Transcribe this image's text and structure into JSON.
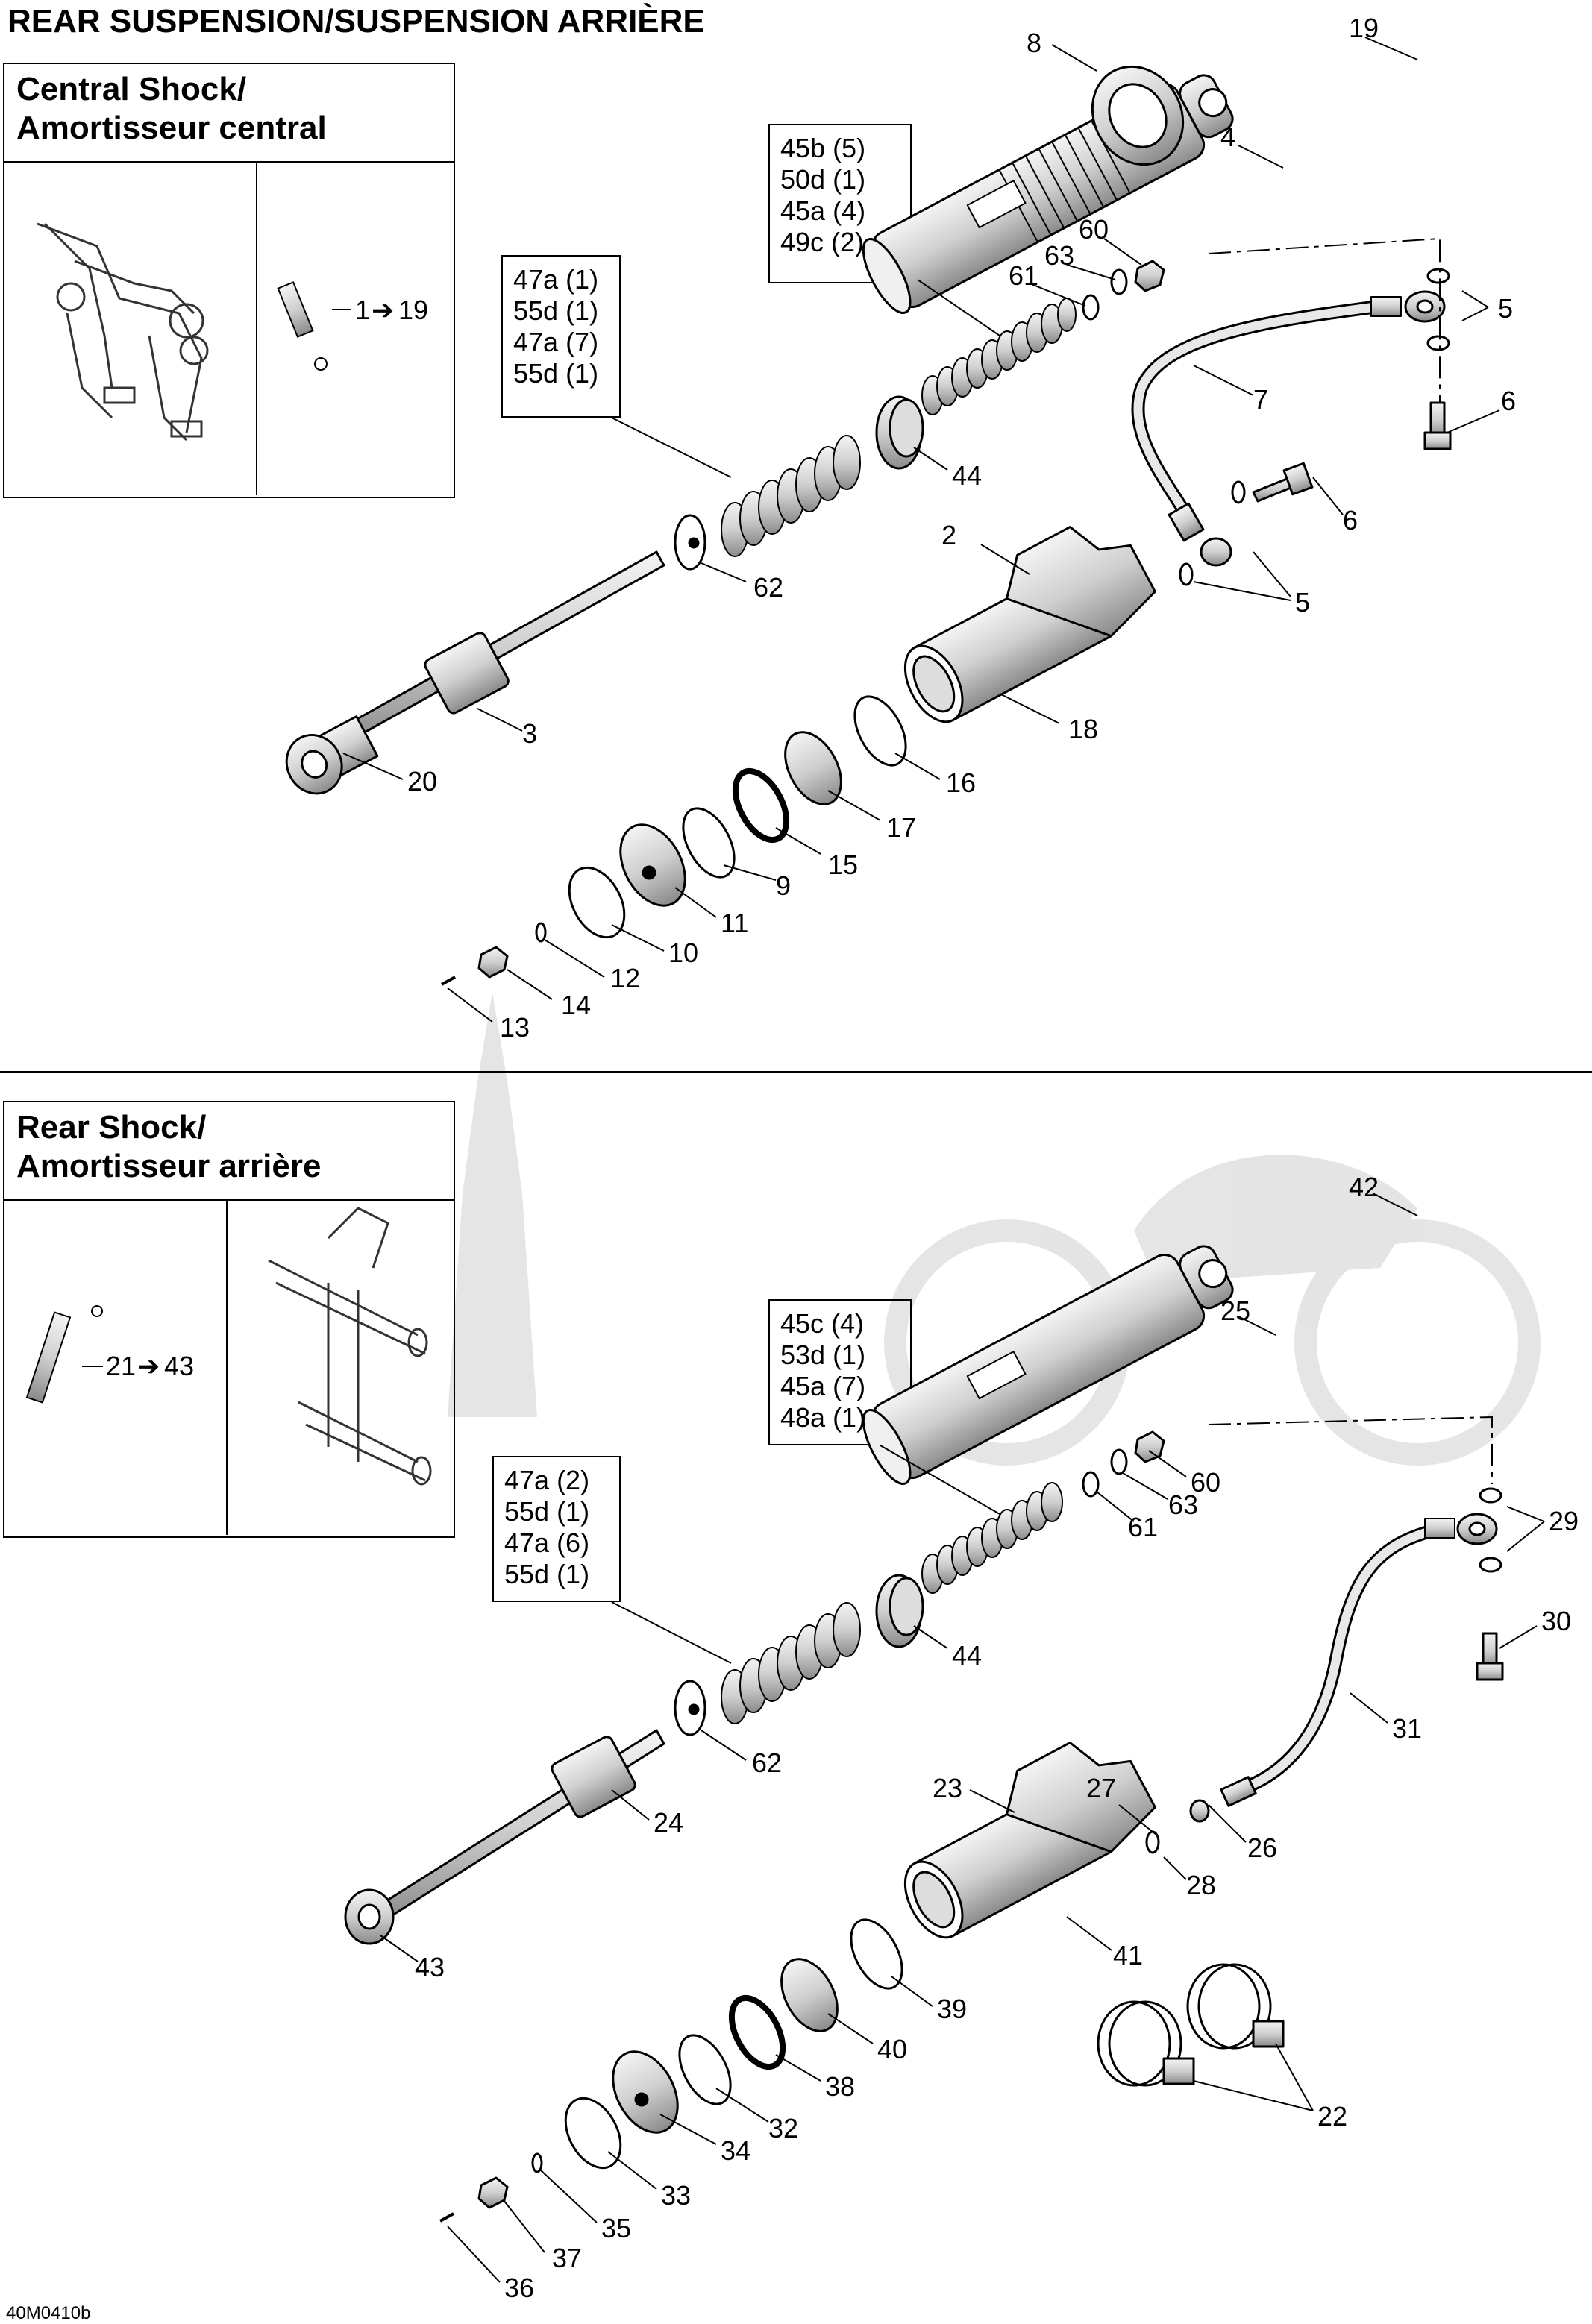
{
  "title": "REAR SUSPENSION/SUSPENSION ARRIÈRE",
  "central_box": {
    "line1": "Central Shock/",
    "line2": "Amortisseur central",
    "range_from": "1",
    "range_to": "19"
  },
  "rear_box": {
    "line1": "Rear Shock/",
    "line2": "Amortisseur arrière",
    "range_from": "21",
    "range_to": "43"
  },
  "top_specs": {
    "left": [
      "47a (1)",
      "55d (1)",
      "47a (7)",
      "55d (1)"
    ],
    "right": [
      "45b (5)",
      "50d (1)",
      "45a (4)",
      "49c (2)"
    ]
  },
  "bottom_specs": {
    "left": [
      "47a (2)",
      "55d (1)",
      "47a (6)",
      "55d (1)"
    ],
    "right": [
      "45c (4)",
      "53d (1)",
      "45a (7)",
      "48a (1)"
    ]
  },
  "callouts_top": [
    "8",
    "19",
    "4",
    "60",
    "63",
    "61",
    "5",
    "7",
    "6",
    "6",
    "44",
    "2",
    "5",
    "62",
    "3",
    "18",
    "20",
    "16",
    "17",
    "15",
    "9",
    "11",
    "10",
    "12",
    "14",
    "13"
  ],
  "callouts_bottom": [
    "42",
    "25",
    "60",
    "63",
    "61",
    "29",
    "30",
    "44",
    "31",
    "62",
    "24",
    "23",
    "27",
    "26",
    "28",
    "41",
    "43",
    "39",
    "40",
    "22",
    "38",
    "32",
    "34",
    "33",
    "35",
    "37",
    "36"
  ],
  "drawing_code": "40M0410b"
}
